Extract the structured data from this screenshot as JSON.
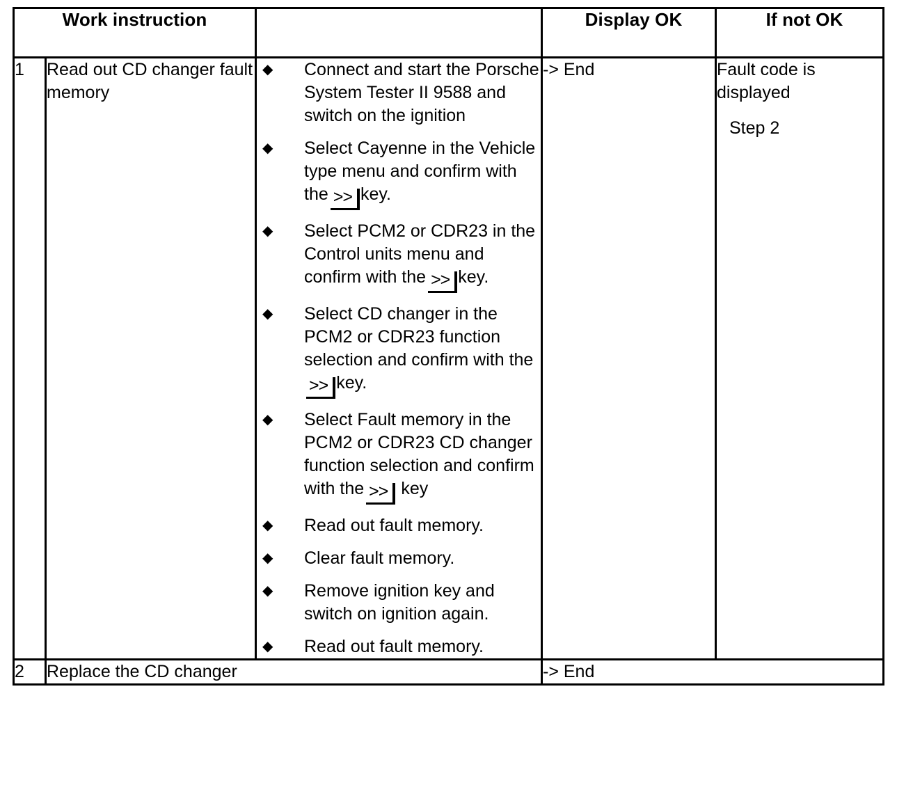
{
  "table": {
    "headers": {
      "work_instruction": "Work instruction",
      "display_ok": "Display OK",
      "if_not_ok": "If not OK"
    },
    "rows": [
      {
        "number": "1",
        "task": "Read out CD changer fault memory",
        "bullet_marker": "diamond-bullet",
        "steps": [
          {
            "text_before": "Connect and start the Porsche System Tester II 9588 and switch on the ignition",
            "key": null,
            "text_after": null
          },
          {
            "text_before": "Select Cayenne in the Vehicle type menu and confirm with the",
            "key": ">>",
            "text_after": "key."
          },
          {
            "text_before": "Select PCM2 or CDR23 in the Control units menu and confirm with the",
            "key": ">>",
            "text_after": "key."
          },
          {
            "text_before": "Select CD changer in the PCM2 or CDR23 function selection and confirm with the",
            "key": ">>",
            "text_after": "key."
          },
          {
            "text_before": "Select Fault memory in the PCM2 or CDR23 CD changer function selection and confirm with the",
            "key": ">>",
            "text_after": "key"
          },
          {
            "text_before": "Read out fault memory.",
            "key": null,
            "text_after": null
          },
          {
            "text_before": "Clear fault memory.",
            "key": null,
            "text_after": null
          },
          {
            "text_before": "Remove ignition key and switch on ignition again.",
            "key": null,
            "text_after": null
          },
          {
            "text_before": "Read out fault memory.",
            "key": null,
            "text_after": null
          }
        ],
        "display_ok": "-> End",
        "if_not_ok": "Fault code is displayed",
        "if_not_ok_step": "Step 2"
      },
      {
        "number": "2",
        "task": "Replace the CD changer",
        "display_ok": "-> End"
      }
    ]
  },
  "colors": {
    "border": "#000000",
    "text": "#000000",
    "background": "#ffffff"
  }
}
